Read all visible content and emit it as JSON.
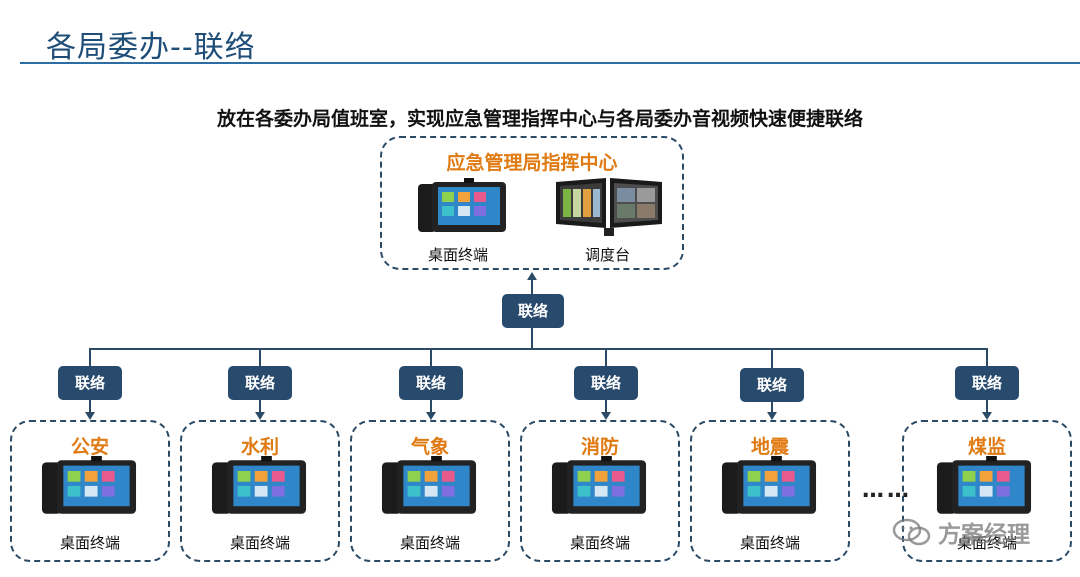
{
  "title": "各局委办--联络",
  "subtitle": "放在各委办局值班室，实现应急管理指挥中心与各局委办音视频快速便捷联络",
  "center": {
    "name": "应急管理局指挥中心",
    "devices": [
      {
        "label": "桌面终端",
        "icon": "desk-phone-icon"
      },
      {
        "label": "调度台",
        "icon": "dispatch-console-icon"
      }
    ]
  },
  "main_link": "联络",
  "departments": [
    {
      "name": "公安",
      "device": "桌面终端",
      "link": "联络"
    },
    {
      "name": "水利",
      "device": "桌面终端",
      "link": "联络"
    },
    {
      "name": "气象",
      "device": "桌面终端",
      "link": "联络"
    },
    {
      "name": "消防",
      "device": "桌面终端",
      "link": "联络"
    },
    {
      "name": "地震",
      "device": "桌面终端",
      "link": "联络"
    },
    {
      "name": "煤监",
      "device": "桌面终端",
      "link": "联络"
    }
  ],
  "ellipsis": "……",
  "watermark": "方案经理",
  "colors": {
    "accent": "#e07a12",
    "line": "#2b4a66",
    "tag_bg": "#284a6c",
    "title": "#1f4e79"
  }
}
